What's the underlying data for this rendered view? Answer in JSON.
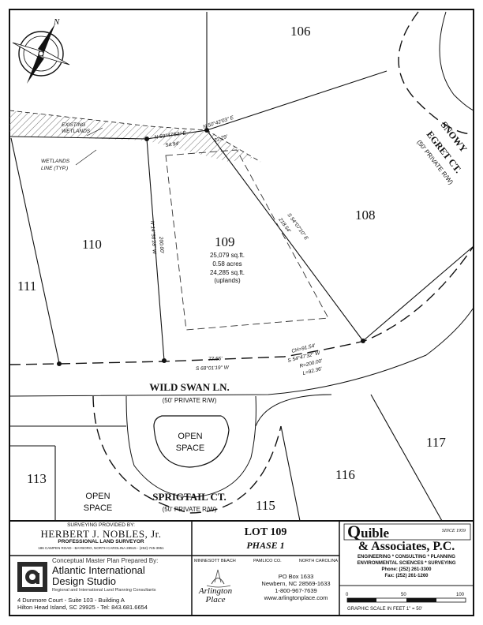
{
  "north_label": "N",
  "lots": {
    "l106": "106",
    "l108": "108",
    "l109": "109",
    "l110": "110",
    "l111": "111",
    "l113": "113",
    "l115": "115",
    "l116": "116",
    "l117": "117"
  },
  "lot109_info": [
    "25,079 sq.ft.",
    "0.58 acres",
    "24,285 sq.ft.",
    "(uplands)"
  ],
  "wetlands": {
    "existing_line1": "EXISTING",
    "existing_line2": "WETLANDS",
    "line_typ_1": "WETLANDS",
    "line_typ_2": "LINE (TYP.)"
  },
  "bearings": {
    "north_line": "N 69°47'53\" E",
    "north_dist": "54.94'",
    "ne_short": "N 50°42'03\" E",
    "ne_short_dist": "22.29'",
    "east_line": "S 54°07'10\" E",
    "east_dist": "218.54'",
    "west_line": "N 14°56'28\" W",
    "west_dist": "200.00'",
    "south_line": "S 68°01'19\" W",
    "south_dist": "77.55'",
    "chord": "CH=91.54'",
    "chord_bearing": "S 54°47'32\" W",
    "radius": "R=200.00'",
    "length": "L=92.36'"
  },
  "streets": {
    "wild_swan": "WILD SWAN LN.",
    "wild_swan_rw": "(50' PRIVATE R/W)",
    "snowy_1": "SNOWY",
    "snowy_2": "EGRET CT.",
    "snowy_rw": "(50' PRIVATE R/W)",
    "sprigtail": "SPRIGTAIL CT.",
    "sprigtail_rw": "(50' PRIVATE R/W)"
  },
  "open_space": {
    "a1": "OPEN",
    "a2": "SPACE",
    "b1": "OPEN",
    "b2": "SPACE"
  },
  "title_block": {
    "surveying_by": "SURVEYING PROVIDED BY:",
    "surveyor": "HERBERT J. NOBLES, Jr.",
    "surveyor_title": "PROFESSIONAL LAND SURVEYOR",
    "surveyor_address": "186 CAMPEN ROAD - BAYBORO, NORTH CAROLINA 28515 - (252)-745-3951",
    "lot": "LOT 109",
    "phase": "PHASE 1",
    "quible_q": "Q",
    "quible_rest": "uible",
    "since": "SINCE 1959",
    "quible_line2": "& Associates, P.C.",
    "services1": "ENGINEERING * CONSULTING * PLANNING",
    "services2": "ENVIRONMENTAL SCIENCES * SURVEYING",
    "phone": "Phone: (252) 261-3300",
    "fax": "Fax: (252) 261-1260",
    "prepared_by": "Conceptual Master Plan Prepared By:",
    "aids_name1": "Atlantic International",
    "aids_name2": "Design Studio",
    "aids_tag": "Regional and International Land Planning Consultants",
    "aids_addr1": "4 Dunmore Court - Suite 103 - Building A",
    "aids_addr2": "Hilton Head Island, SC  29925 - Tel:  843.681.6654",
    "location_1": "MINNESOTT BEACH",
    "location_2": "PAMLICO CO.",
    "location_3": "NORTH CAROLINA",
    "arl_1": "Arlington",
    "arl_2": "Place",
    "po_box": "PO Box 1633",
    "city": "Newbern, NC 28569-1633",
    "phone_toll": "1-800-967-7639",
    "website": "www.arlingtonplace.com",
    "scale_0": "0",
    "scale_50": "50",
    "scale_100": "100",
    "scale_text": "GRAPHIC SCALE IN FEET  1\" = 50'"
  }
}
